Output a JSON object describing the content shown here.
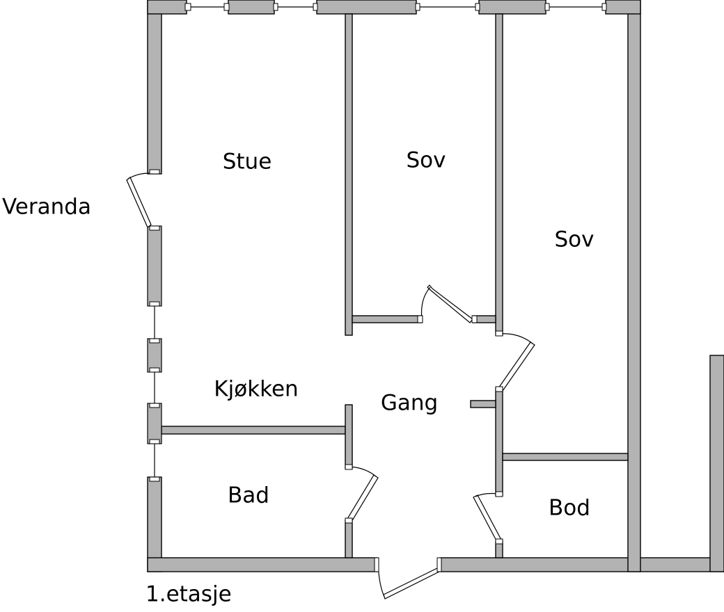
{
  "labels": {
    "stue": "Stue",
    "sov_1": "Sov",
    "sov_2": "Sov",
    "kjokken": "Kjøkken",
    "gang": "Gang",
    "bad": "Bad",
    "bod": "Bod",
    "veranda": "Veranda",
    "floor": "1.etasje"
  },
  "colors": {
    "wall_fill": "#b3b3b3",
    "outline": "#000000",
    "background": "#ffffff"
  }
}
